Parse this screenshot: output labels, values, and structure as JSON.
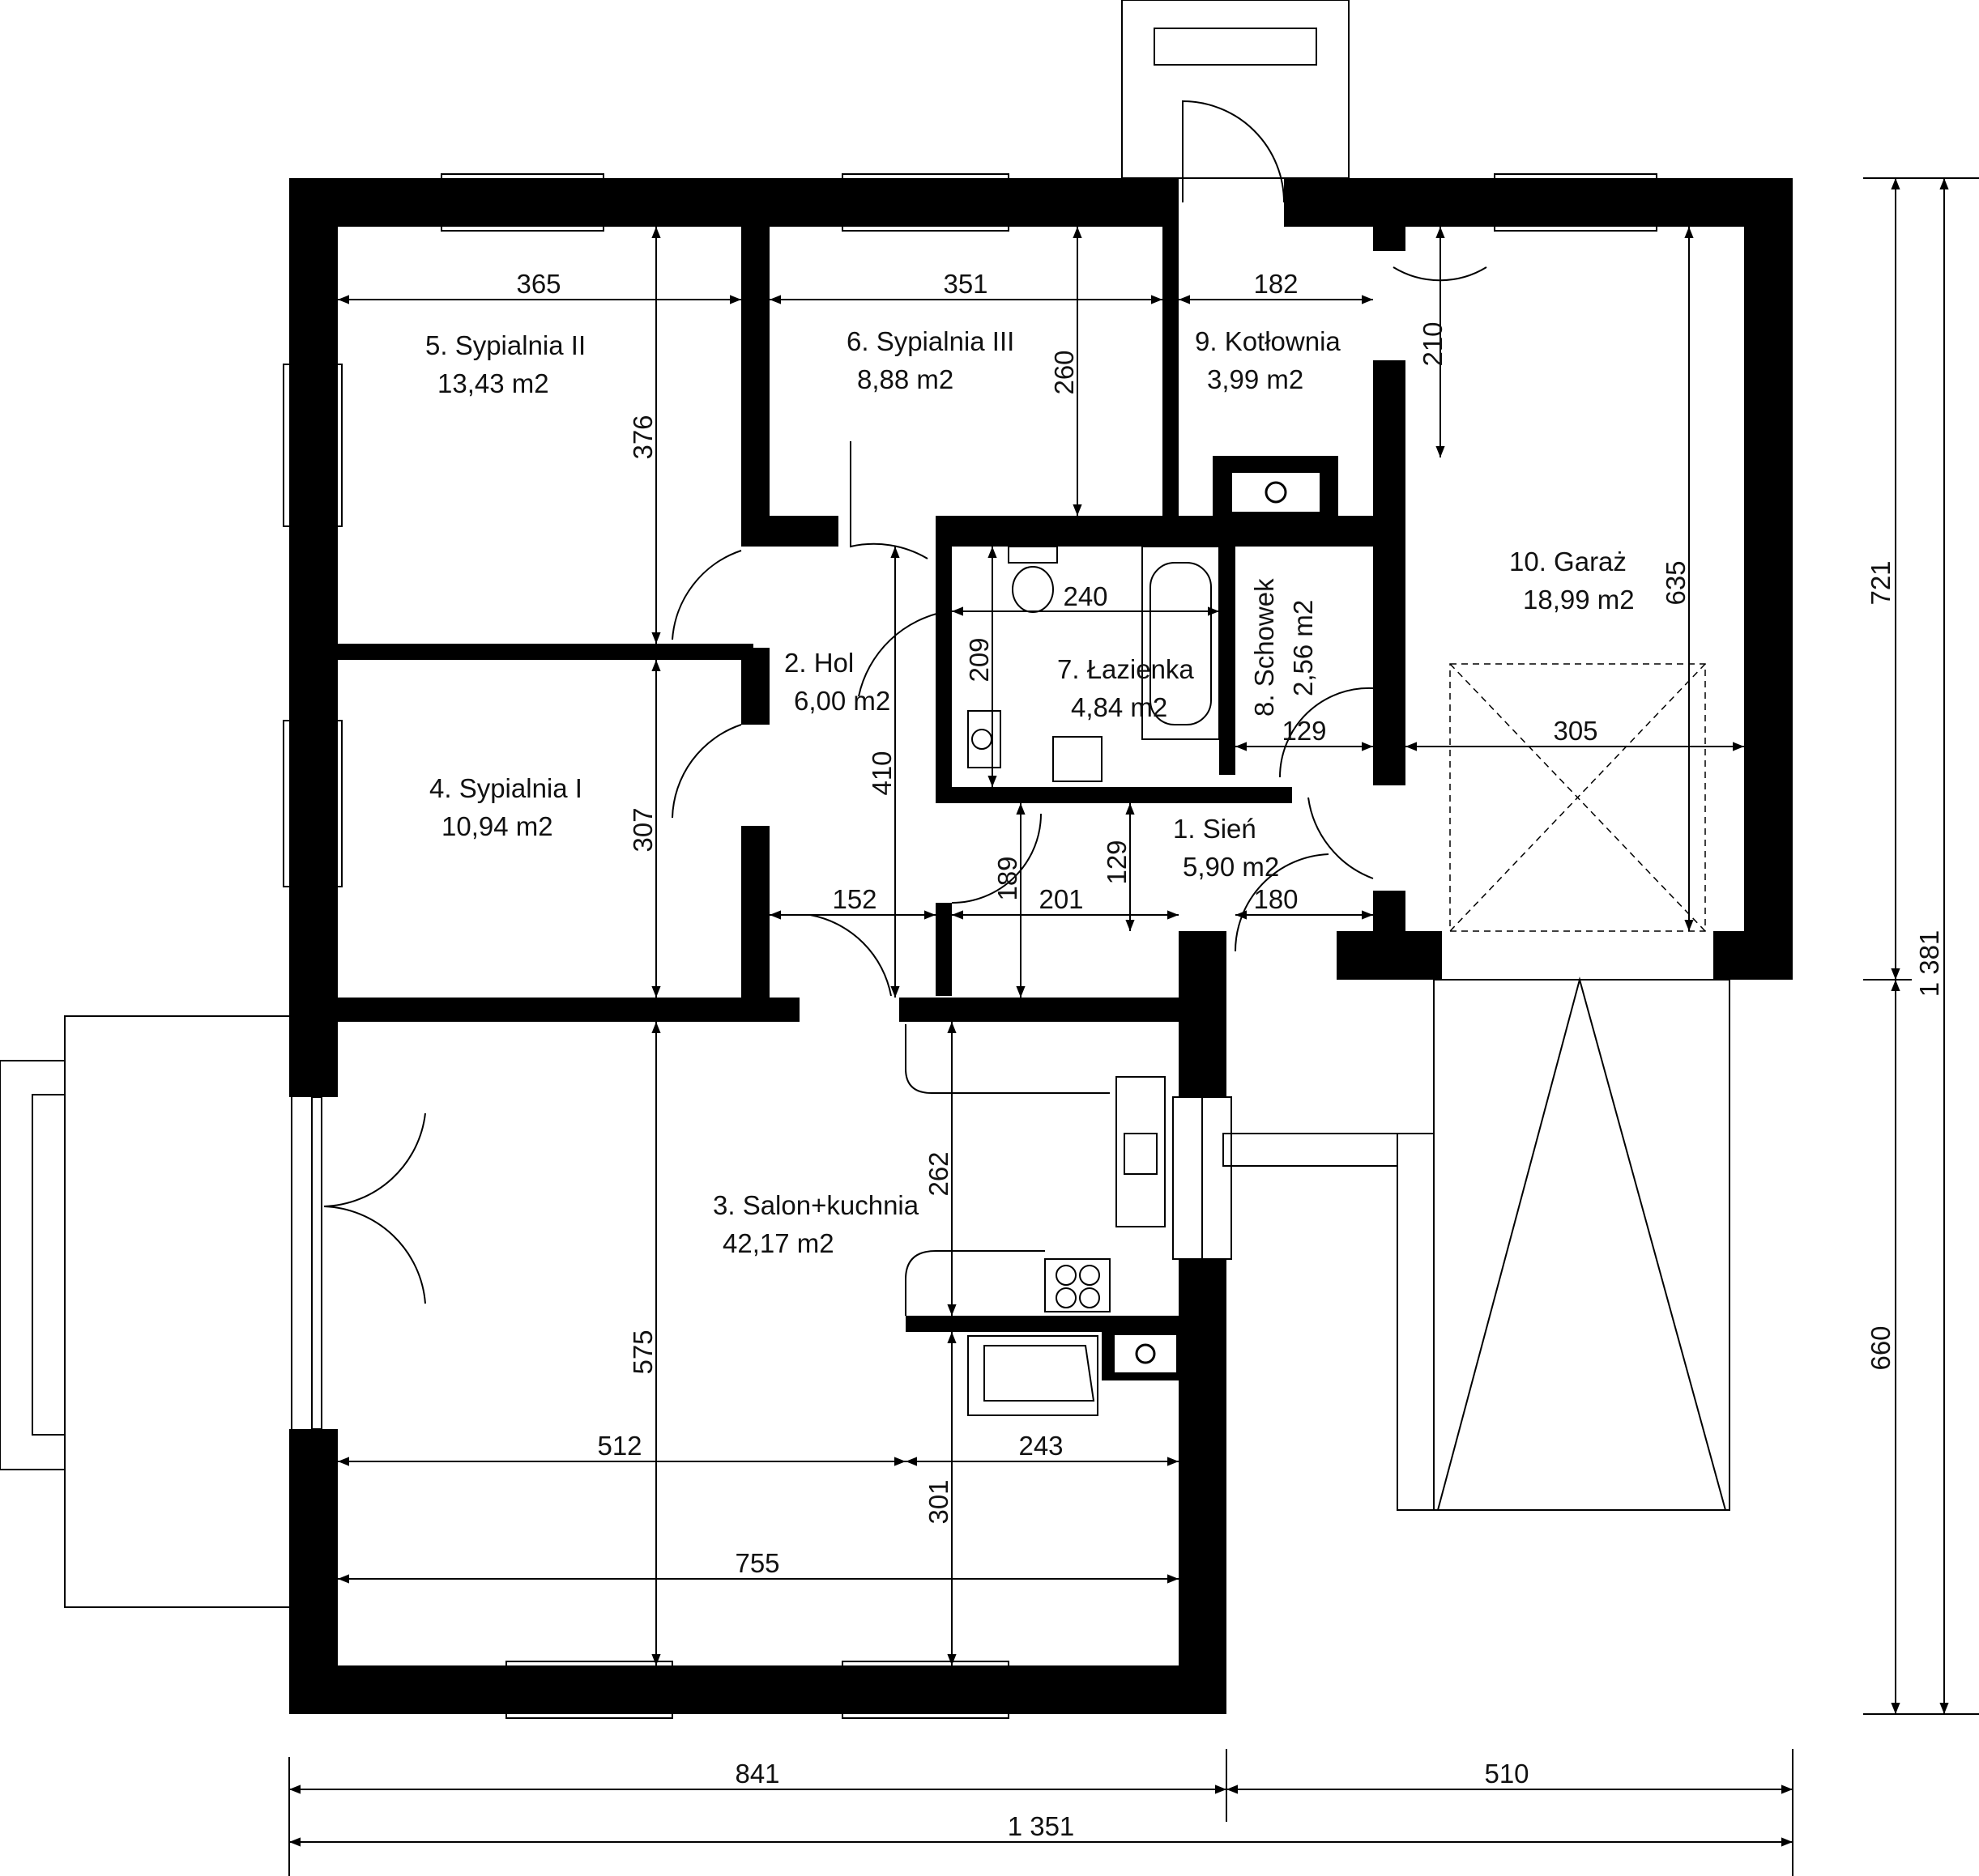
{
  "rooms": {
    "r1": {
      "name": "1. Sień",
      "area": "5,90 m2"
    },
    "r2": {
      "name": "2. Hol",
      "area": "6,00 m2"
    },
    "r3": {
      "name": "3. Salon+kuchnia",
      "area": "42,17 m2"
    },
    "r4": {
      "name": "4. Sypialnia I",
      "area": "10,94 m2"
    },
    "r5": {
      "name": "5. Sypialnia II",
      "area": "13,43 m2"
    },
    "r6": {
      "name": "6. Sypialnia III",
      "area": "8,88 m2"
    },
    "r7": {
      "name": "7. Łazienka",
      "area": "4,84 m2"
    },
    "r8": {
      "name": "8. Schowek",
      "area": "2,56 m2"
    },
    "r9": {
      "name": "9. Kotłownia",
      "area": "3,99 m2"
    },
    "r10": {
      "name": "10. Garaż",
      "area": "18,99 m2"
    }
  },
  "dims": {
    "d365": "365",
    "d351": "351",
    "d182": "182",
    "d210": "210",
    "d376": "376",
    "d260": "260",
    "d240": "240",
    "d209": "209",
    "d635": "635",
    "d305": "305",
    "d129a": "129",
    "d307": "307",
    "d410": "410",
    "d189": "189",
    "d129b": "129",
    "d152": "152",
    "d201": "201",
    "d180": "180",
    "d262": "262",
    "d575": "575",
    "d512": "512",
    "d243": "243",
    "d301": "301",
    "d755": "755",
    "d721": "721",
    "d660": "660",
    "d1381": "1 381",
    "d841": "841",
    "d510": "510",
    "d1351": "1 351"
  }
}
